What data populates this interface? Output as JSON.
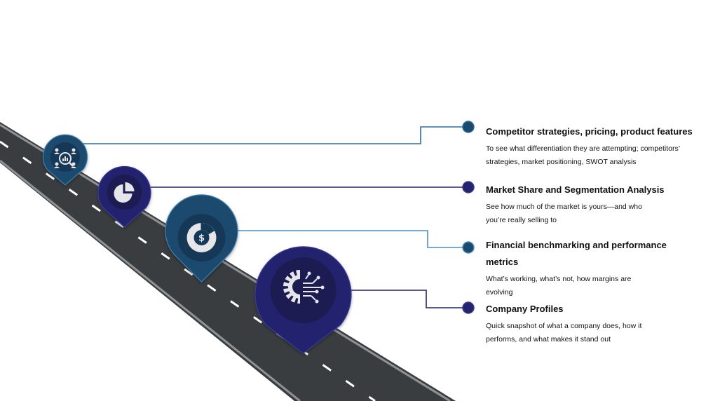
{
  "colors": {
    "road": "#3a3d3f",
    "road_edge": "#8e9294",
    "lane_mark": "#ffffff",
    "teal_pin": "#1a4a6e",
    "navy_pin": "#24246e",
    "icon_fill": "#e6e6ea"
  },
  "items": [
    {
      "title": "Competitor strategies, pricing, product features",
      "description": "To see what differentiation they are attempting; competitors’ strategies, market positioning, SWOT analysis",
      "icon": "people-analysis-icon",
      "color": "#1a4a6e"
    },
    {
      "title": "Market Share and Segmentation Analysis",
      "description": "See how much of the market is yours—and who you’re really selling to",
      "icon": "pie-chart-icon",
      "color": "#24246e"
    },
    {
      "title": "Financial benchmarking and performance metrics",
      "description": "What’s working, what’s not, how margins are evolving",
      "icon": "dollar-donut-icon",
      "color": "#1a4a6e"
    },
    {
      "title": "Company Profiles",
      "description": "Quick snapshot of what a company does, how it performs, and what makes it stand out",
      "icon": "gear-circuit-icon",
      "color": "#24246e"
    }
  ]
}
